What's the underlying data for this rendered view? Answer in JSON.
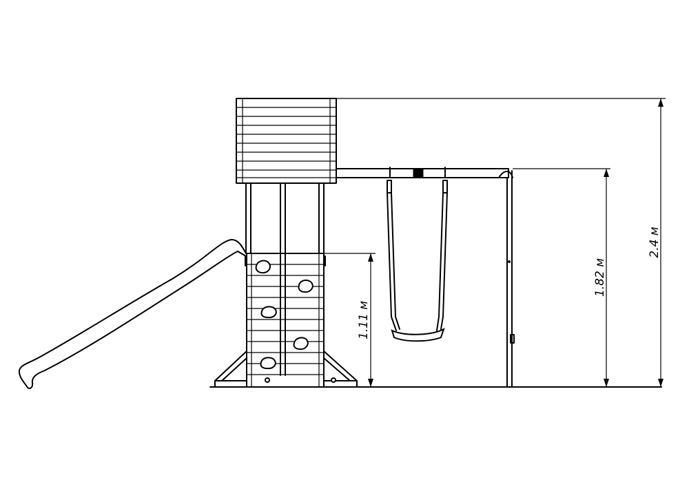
{
  "diagram": {
    "dimensions": {
      "platform_height": "1.11 м",
      "swing_beam_height": "1.82 м",
      "total_height": "2.4 м"
    },
    "components": [
      "roof",
      "tower",
      "slide",
      "climbing-wall",
      "swing-beam",
      "swing-seat"
    ],
    "colors": {
      "line": "#000000",
      "background": "#ffffff"
    }
  }
}
